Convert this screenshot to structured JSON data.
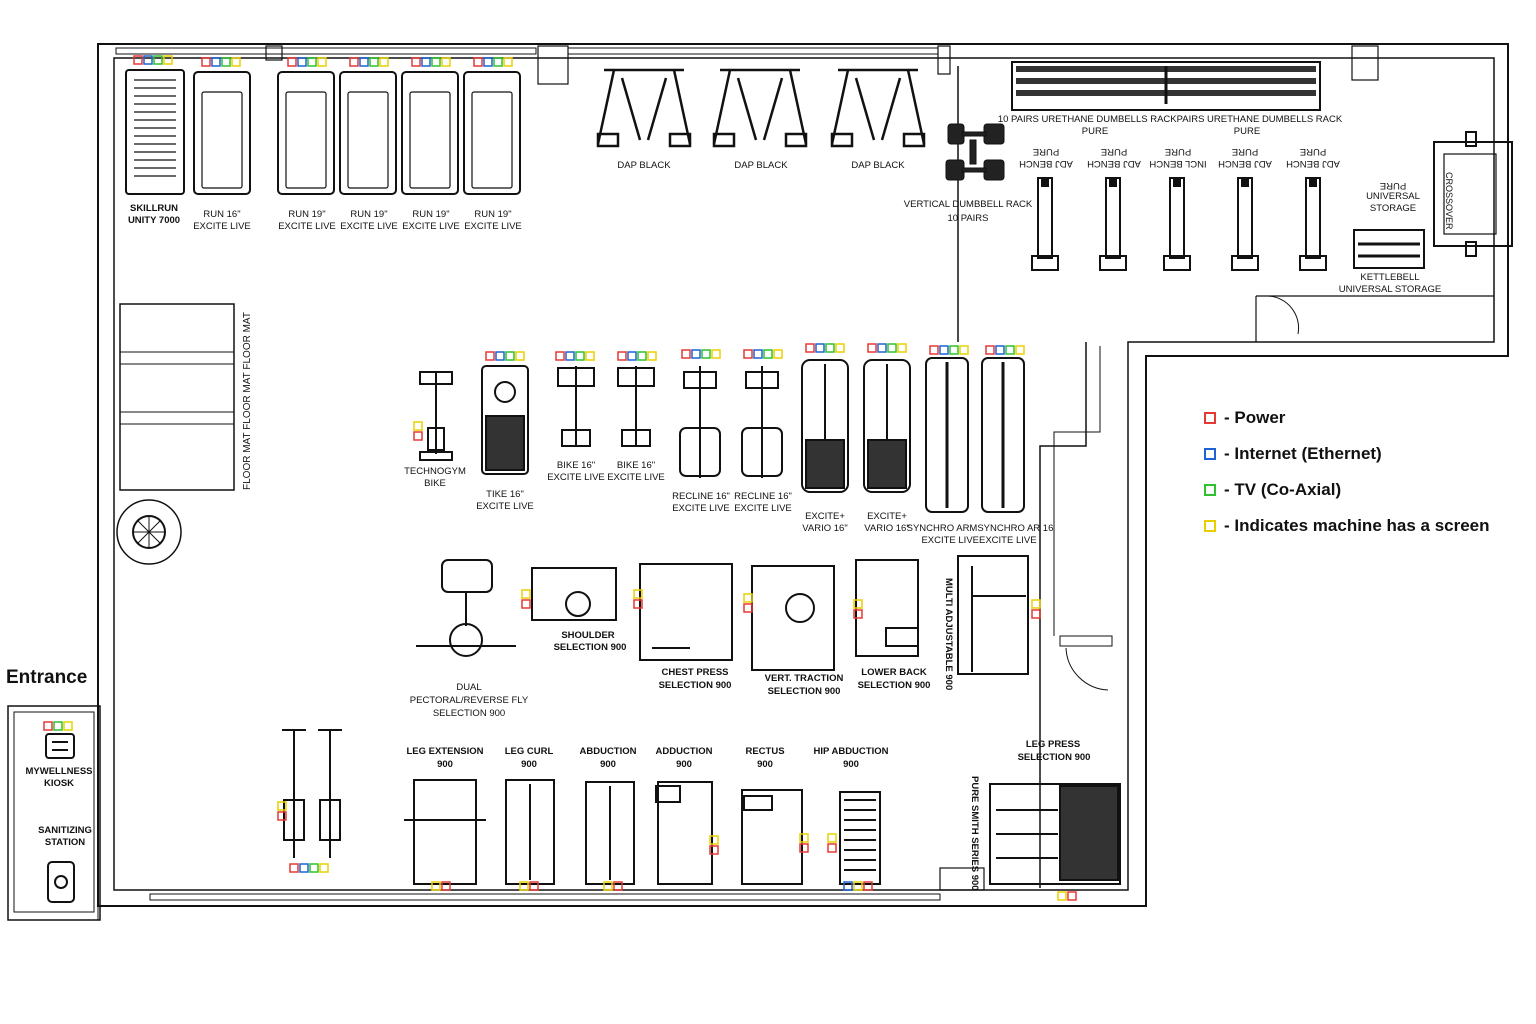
{
  "entrance": "Entrance",
  "legend": [
    {
      "text": "- Power",
      "color": "#e53935"
    },
    {
      "text": "- Internet (Ethernet)",
      "color": "#1e63d6"
    },
    {
      "text": "- TV (Co-Axial)",
      "color": "#2ec22e"
    },
    {
      "text": "- Indicates machine has a screen",
      "color": "#e8d000"
    }
  ],
  "floor_mat": "FLOOR MAT FLOOR MAT FLOOR MAT",
  "labels": {
    "skillrun_1": "SKILLRUN",
    "skillrun_2": "UNITY 7000",
    "run16_1": "RUN 16\"",
    "run16_2": "EXCITE LIVE",
    "run19a_1": "RUN 19\"",
    "run19a_2": "EXCITE LIVE",
    "run19b_1": "RUN 19\"",
    "run19b_2": "EXCITE LIVE",
    "run19c_1": "RUN 19\"",
    "run19c_2": "EXCITE LIVE",
    "run19d_1": "RUN 19\"",
    "run19d_2": "EXCITE LIVE",
    "dap1": "DAP BLACK",
    "dap2": "DAP BLACK",
    "dap3": "DAP BLACK",
    "vrack_1": "VERTICAL DUMBBELL RACK",
    "vrack_2": "10 PAIRS",
    "urethane_1": "10 PAIRS URETHANE DUMBELLS RACKPAIRS URETHANE DUMBELLS RACK",
    "urethane_2a": "PURE",
    "urethane_2b": "PURE",
    "bench1": "ADJ BENCH",
    "bench1b": "PURE",
    "bench2": "ADJ BENCH",
    "bench2b": "PURE",
    "bench3": "INCL BENCH",
    "bench3b": "PURE",
    "bench4": "ADJ BENCH",
    "bench4b": "PURE",
    "bench5": "ADJ BENCH",
    "bench5b": "PURE",
    "ustorage_1": "PURE",
    "ustorage_2": "UNIVERSAL",
    "ustorage_3": "STORAGE",
    "kettle_1": "KETTLEBELL",
    "kettle_2": "UNIVERSAL STORAGE",
    "crossover": "CROSSOVER",
    "technogym_1": "TECHNOGYM",
    "technogym_2": "BIKE",
    "tike_1": "TIKE 16\"",
    "tike_2": "EXCITE LIVE",
    "bike1_1": "BIKE 16\"",
    "bike1_2": "EXCITE LIVE",
    "bike2_1": "BIKE 16\"",
    "bike2_2": "EXCITE LIVE",
    "recl1_1": "RECLINE 16\"",
    "recl1_2": "EXCITE LIVE",
    "recl2_1": "RECLINE 16\"",
    "recl2_2": "EXCITE LIVE",
    "vario1_1": "EXCITE+",
    "vario1_2": "VARIO 16\"",
    "vario2_1": "EXCITE+",
    "vario2_2": "VARIO 16\"",
    "synchro_1": "SYNCHRO ARMSYNCHRO AR 16",
    "synchro_2": "EXCITE LIVEEXCITE LIVE",
    "pectoral_1": "DUAL",
    "pectoral_2": "PECTORAL/REVERSE FLY",
    "pectoral_3": "SELECTION 900",
    "shoulder_1": "SHOULDER",
    "shoulder_2": "SELECTION  900",
    "chest_1": "CHEST PRESS",
    "chest_2": "SELECTION  900",
    "vert_1": "VERT.  TRACTION",
    "vert_2": "SELECTION  900",
    "lowerback_1": "LOWER  BACK",
    "lowerback_2": "SELECTION  900",
    "multi_vert": "MULTI ADJUSTABLE 900",
    "legext_1": "LEG EXTENSION",
    "legext_2": "900",
    "legcurl_1": "LEG CURL",
    "legcurl_2": "900",
    "abduction_1": "ABDUCTION",
    "abduction_2": "900",
    "adduction_1": "ADDUCTION",
    "adduction_2": "900",
    "rectus_1": "RECTUS",
    "rectus_2": "900",
    "hipabd_1": "HIP ABDUCTION",
    "hipabd_2": "900",
    "legpress_1": "LEG PRESS",
    "legpress_2": "SELECTION  900",
    "pure_smith": "PURE SMITH SERIES 900",
    "mywellness_1": "MYWELLNESS",
    "mywellness_2": "KIOSK",
    "sanitizing_1": "SANITIZING",
    "sanitizing_2": "STATION"
  }
}
